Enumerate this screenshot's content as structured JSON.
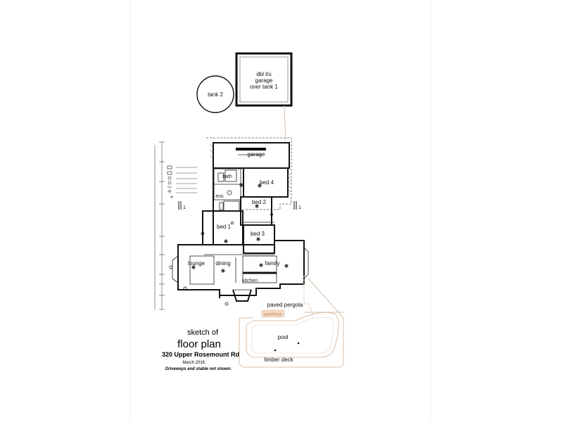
{
  "labels": {
    "garage_top": [
      "dbl l/u",
      "garage",
      "over tank 1"
    ],
    "tank2": "tank 2",
    "garage": "garage",
    "bed4": "bed 4",
    "bed2": "bed 2",
    "bed1": "bed 1",
    "bed3": "bed 3",
    "lounge": "lounge",
    "dining": "dining",
    "family": "family",
    "kitchen": "kitchen",
    "bath": "bath",
    "ens": "ens",
    "paved_pergola": "paved  pergola",
    "pool_fence": "pool fence",
    "pool": "pool",
    "timber_deck": "timber deck",
    "section_left": "1",
    "section_right": "1"
  },
  "title": {
    "line1": "sketch of",
    "line2": "floor plan",
    "line3": "320 Upper Rosemount Rd",
    "line4": "March 2016.",
    "line5": "Driveways and stable not shown."
  },
  "colors": {
    "ink": "#111111",
    "pool_outline": "#d8bfa8",
    "pool_fence_badge": "#f5d9c4"
  }
}
